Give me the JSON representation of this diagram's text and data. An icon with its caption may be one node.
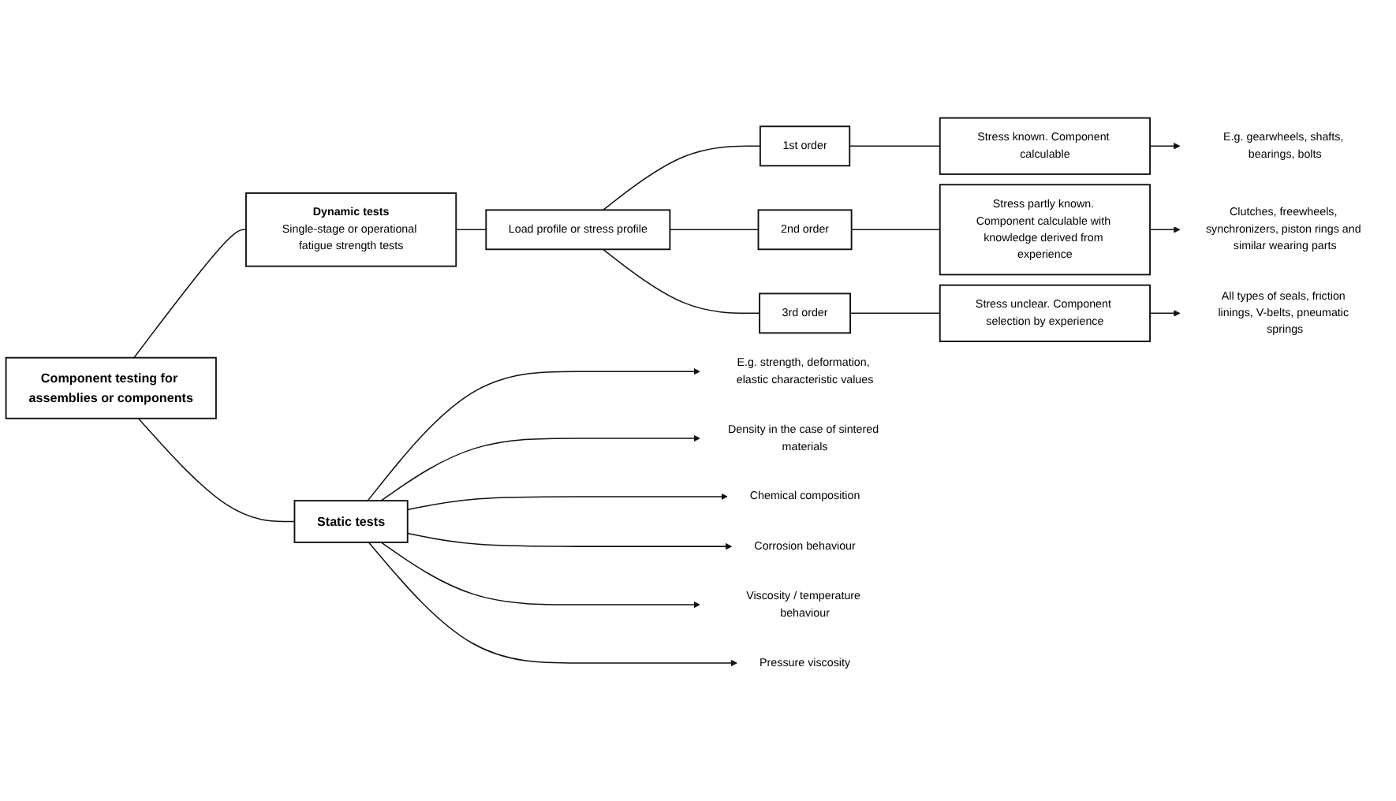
{
  "diagram": {
    "nodes": [
      {
        "text": [
          "Component testing for assemblies or components"
        ]
      },
      {
        "text": [
          "Static tests"
        ]
      },
      {
        "text": [
          "Dynamic tests",
          "Single-stage or operational fatigue strength tests"
        ]
      },
      {
        "text": [
          "Load profile or stress profile"
        ]
      },
      {
        "text": [
          "1st order"
        ]
      },
      {
        "text": [
          "Stress known. Component calculable"
        ]
      },
      {
        "text": [
          "E.g. gearwheels, shafts, bearings, bolts"
        ]
      },
      {
        "text": [
          "2nd order"
        ]
      },
      {
        "text": [
          "Stress partly known. Component calculable with knowledge derived from experience"
        ]
      },
      {
        "text": [
          "Clutches, freewheels, synchronizers, piston rings and similar wearing parts"
        ]
      },
      {
        "text": [
          "3rd order"
        ]
      },
      {
        "text": [
          "Stress unclear. Component selection by experience"
        ]
      },
      {
        "text": [
          "All types of seals, friction linings, V-belts, pneumatic springs"
        ]
      },
      {
        "text": [
          "E.g. strength, deformation, elastic characteristic values"
        ]
      },
      {
        "text": [
          "Density in the case of sintered materials"
        ]
      },
      {
        "text": [
          "Chemical composition"
        ]
      },
      {
        "text": [
          "Corrosion behaviour"
        ]
      },
      {
        "text": [
          "Viscosity / temperature behaviour"
        ]
      },
      {
        "text": [
          "Pressure viscosity"
        ]
      }
    ],
    "edges": [
      {
        "from": 0,
        "to": 1,
        "arrow": "none"
      },
      {
        "from": 0,
        "to": 2,
        "arrow": "none"
      },
      {
        "from": 1,
        "to": 13,
        "arrow": "to"
      },
      {
        "from": 1,
        "to": 14,
        "arrow": "to"
      },
      {
        "from": 1,
        "to": 15,
        "arrow": "to"
      },
      {
        "from": 1,
        "to": 16,
        "arrow": "to"
      },
      {
        "from": 1,
        "to": 17,
        "arrow": "to"
      },
      {
        "from": 1,
        "to": 18,
        "arrow": "to"
      },
      {
        "from": 2,
        "to": 3,
        "arrow": "none"
      },
      {
        "from": 3,
        "to": 4,
        "arrow": "none"
      },
      {
        "from": 3,
        "to": 7,
        "arrow": "none"
      },
      {
        "from": 3,
        "to": 10,
        "arrow": "none"
      },
      {
        "from": 4,
        "to": 5,
        "arrow": "none"
      },
      {
        "from": 5,
        "to": 6,
        "arrow": "to"
      },
      {
        "from": 7,
        "to": 8,
        "arrow": "none"
      },
      {
        "from": 8,
        "to": 9,
        "arrow": "to"
      },
      {
        "from": 10,
        "to": 11,
        "arrow": "none"
      },
      {
        "from": 11,
        "to": 12,
        "arrow": "to"
      }
    ]
  }
}
